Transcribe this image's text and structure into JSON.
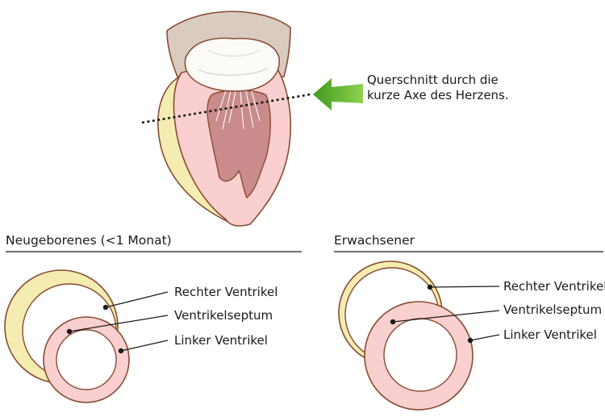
{
  "section_newborn": {
    "title": "Neugeborenes (<1 Monat)"
  },
  "section_adult": {
    "title": "Erwachsener"
  },
  "heart_annotation": {
    "line1": "Querschnitt durch die",
    "line2": "kurze Axe des Herzens."
  },
  "labels": {
    "right_ventricle": "Rechter Ventrikel",
    "septum": "Ventrikelseptum",
    "left_ventricle": "Linker Ventrikel"
  },
  "colors": {
    "right_ventricle_fill": "#f5ecb2",
    "left_ventricle_fill": "#f9d0cf",
    "outline": "#8a4a30",
    "arrow": "#5cb52e",
    "heart_base": "#d9cbc0"
  }
}
